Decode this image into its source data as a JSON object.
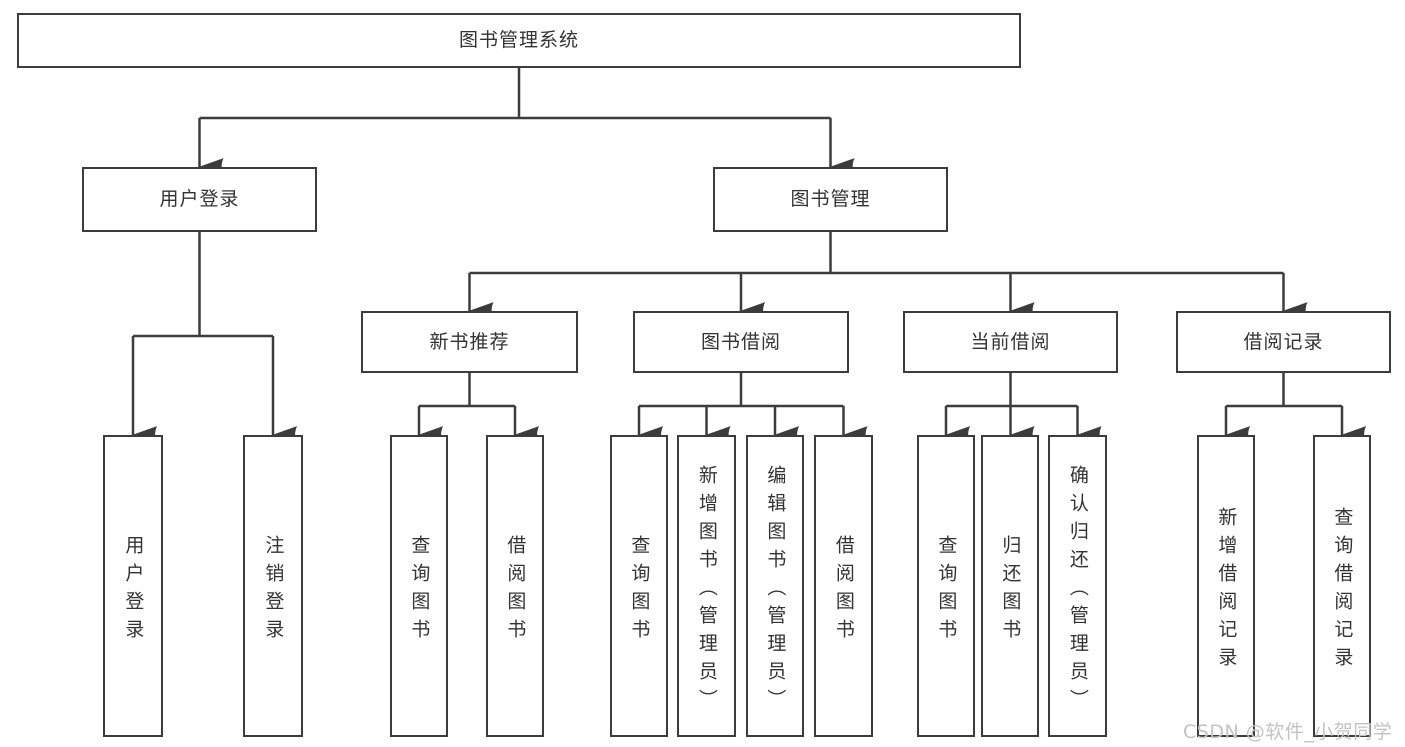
{
  "diagram": {
    "title": "图书管理系统",
    "root": {
      "label": "图书管理系统"
    },
    "level2": [
      {
        "label": "用户登录"
      },
      {
        "label": "图书管理"
      }
    ],
    "level3": [
      {
        "label": "新书推荐",
        "parent": "图书管理"
      },
      {
        "label": "图书借阅",
        "parent": "图书管理"
      },
      {
        "label": "当前借阅",
        "parent": "图书管理"
      },
      {
        "label": "借阅记录",
        "parent": "图书管理"
      }
    ],
    "leaves": [
      {
        "label": "用户登录",
        "parent": "用户登录"
      },
      {
        "label": "注销登录",
        "parent": "用户登录"
      },
      {
        "label": "查询图书",
        "parent": "新书推荐"
      },
      {
        "label": "借阅图书",
        "parent": "新书推荐"
      },
      {
        "label": "查询图书",
        "parent": "图书借阅"
      },
      {
        "label": "新增图书（管理员）",
        "parent": "图书借阅"
      },
      {
        "label": "编辑图书（管理员）",
        "parent": "图书借阅"
      },
      {
        "label": "借阅图书",
        "parent": "图书借阅"
      },
      {
        "label": "查询图书",
        "parent": "当前借阅"
      },
      {
        "label": "归还图书",
        "parent": "当前借阅"
      },
      {
        "label": "确认归还（管理员）",
        "parent": "当前借阅"
      },
      {
        "label": "新增借阅记录",
        "parent": "借阅记录"
      },
      {
        "label": "查询借阅记录",
        "parent": "借阅记录"
      }
    ],
    "colors": {
      "line": "#3c3c3c",
      "box_border": "#3c3c3c",
      "text": "#333333",
      "background": "#ffffff",
      "watermark_text": "#c3c3c3"
    }
  },
  "watermark": {
    "text": "CSDN @软件_小贺同学"
  }
}
